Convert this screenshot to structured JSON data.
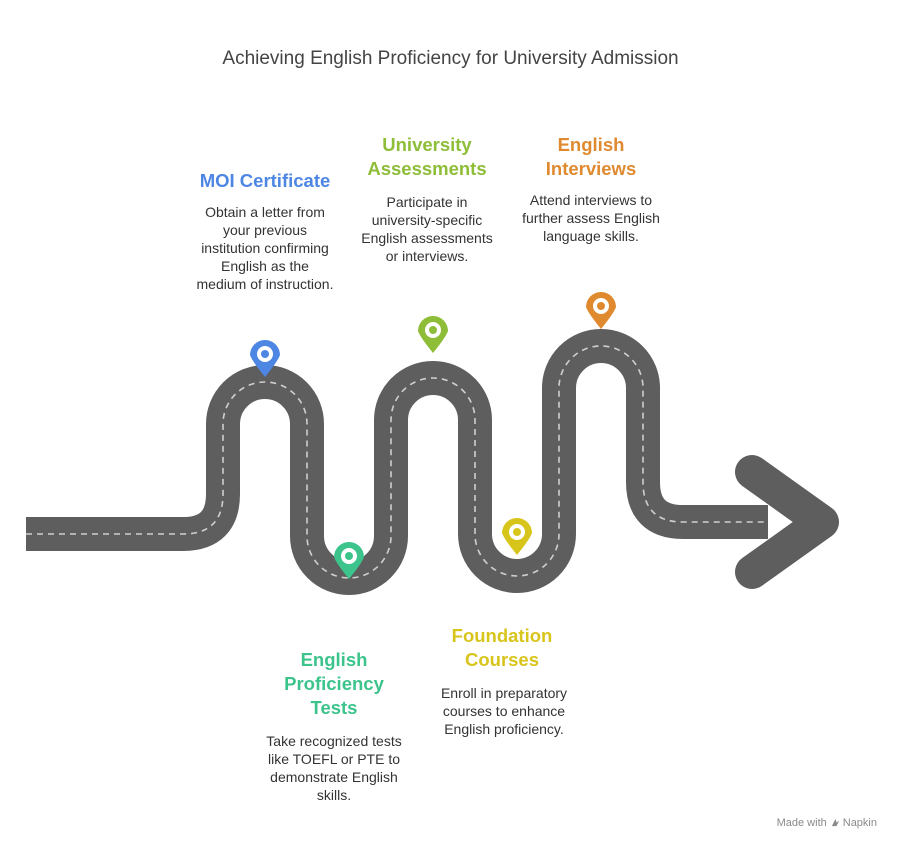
{
  "title": "Achieving English Proficiency for University Admission",
  "steps": [
    {
      "id": "moi",
      "title": "MOI Certificate",
      "desc": "Obtain a letter from your previous institution confirming English as the medium of instruction.",
      "color": "#4e86e4",
      "icon": "map-pin-icon"
    },
    {
      "id": "tests",
      "title": "English Proficiency Tests",
      "desc": "Take recognized tests like TOEFL or PTE to demonstrate English skills.",
      "color": "#3cc48c",
      "icon": "map-pin-icon"
    },
    {
      "id": "assessments",
      "title": "University Assessments",
      "desc": "Participate in university-specific English assessments or interviews.",
      "color": "#8ebd38",
      "icon": "map-pin-icon"
    },
    {
      "id": "foundation",
      "title": "Foundation Courses",
      "desc": "Enroll in preparatory courses to enhance English proficiency.",
      "color": "#d8c51c",
      "icon": "map-pin-icon"
    },
    {
      "id": "interviews",
      "title": "English Interviews",
      "desc": "Attend interviews to further assess English language skills.",
      "color": "#e08a30",
      "icon": "map-pin-icon"
    }
  ],
  "footer": {
    "made_with": "Made with",
    "brand": "Napkin"
  },
  "colors": {
    "road": "#5e5e5e",
    "road_dash": "#cfcfcf",
    "title": "#444444"
  }
}
